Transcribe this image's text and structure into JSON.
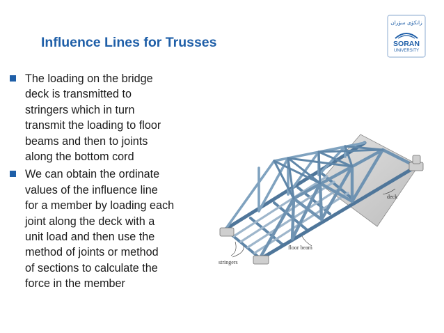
{
  "slide": {
    "title": "Influence Lines for Trusses",
    "bullets": [
      {
        "lines": [
          "The loading on the bridge",
          "deck is transmitted to",
          "stringers which in turn",
          "transmit the loading to floor",
          "beams and then to joints",
          "along the bottom cord"
        ]
      },
      {
        "lines": [
          "We can obtain the ordinate",
          "values of the influence line",
          "for a member by loading each",
          "joint along the deck with a",
          "unit load and then use the",
          "method of joints or method",
          "of sections to calculate the",
          "force in the member"
        ]
      }
    ]
  },
  "logo": {
    "arabic_text": "زانكۆی سۆران",
    "name_line1": "SORAN",
    "name_line2": "UNIVERSITY"
  },
  "figure": {
    "labels": {
      "deck": "deck",
      "floor_beam": "floor beam",
      "stringers": "stringers"
    }
  },
  "colors": {
    "accent": "#1f5fa8",
    "truss_steel": "#6f93b2",
    "deck": "#d4d4d4"
  }
}
